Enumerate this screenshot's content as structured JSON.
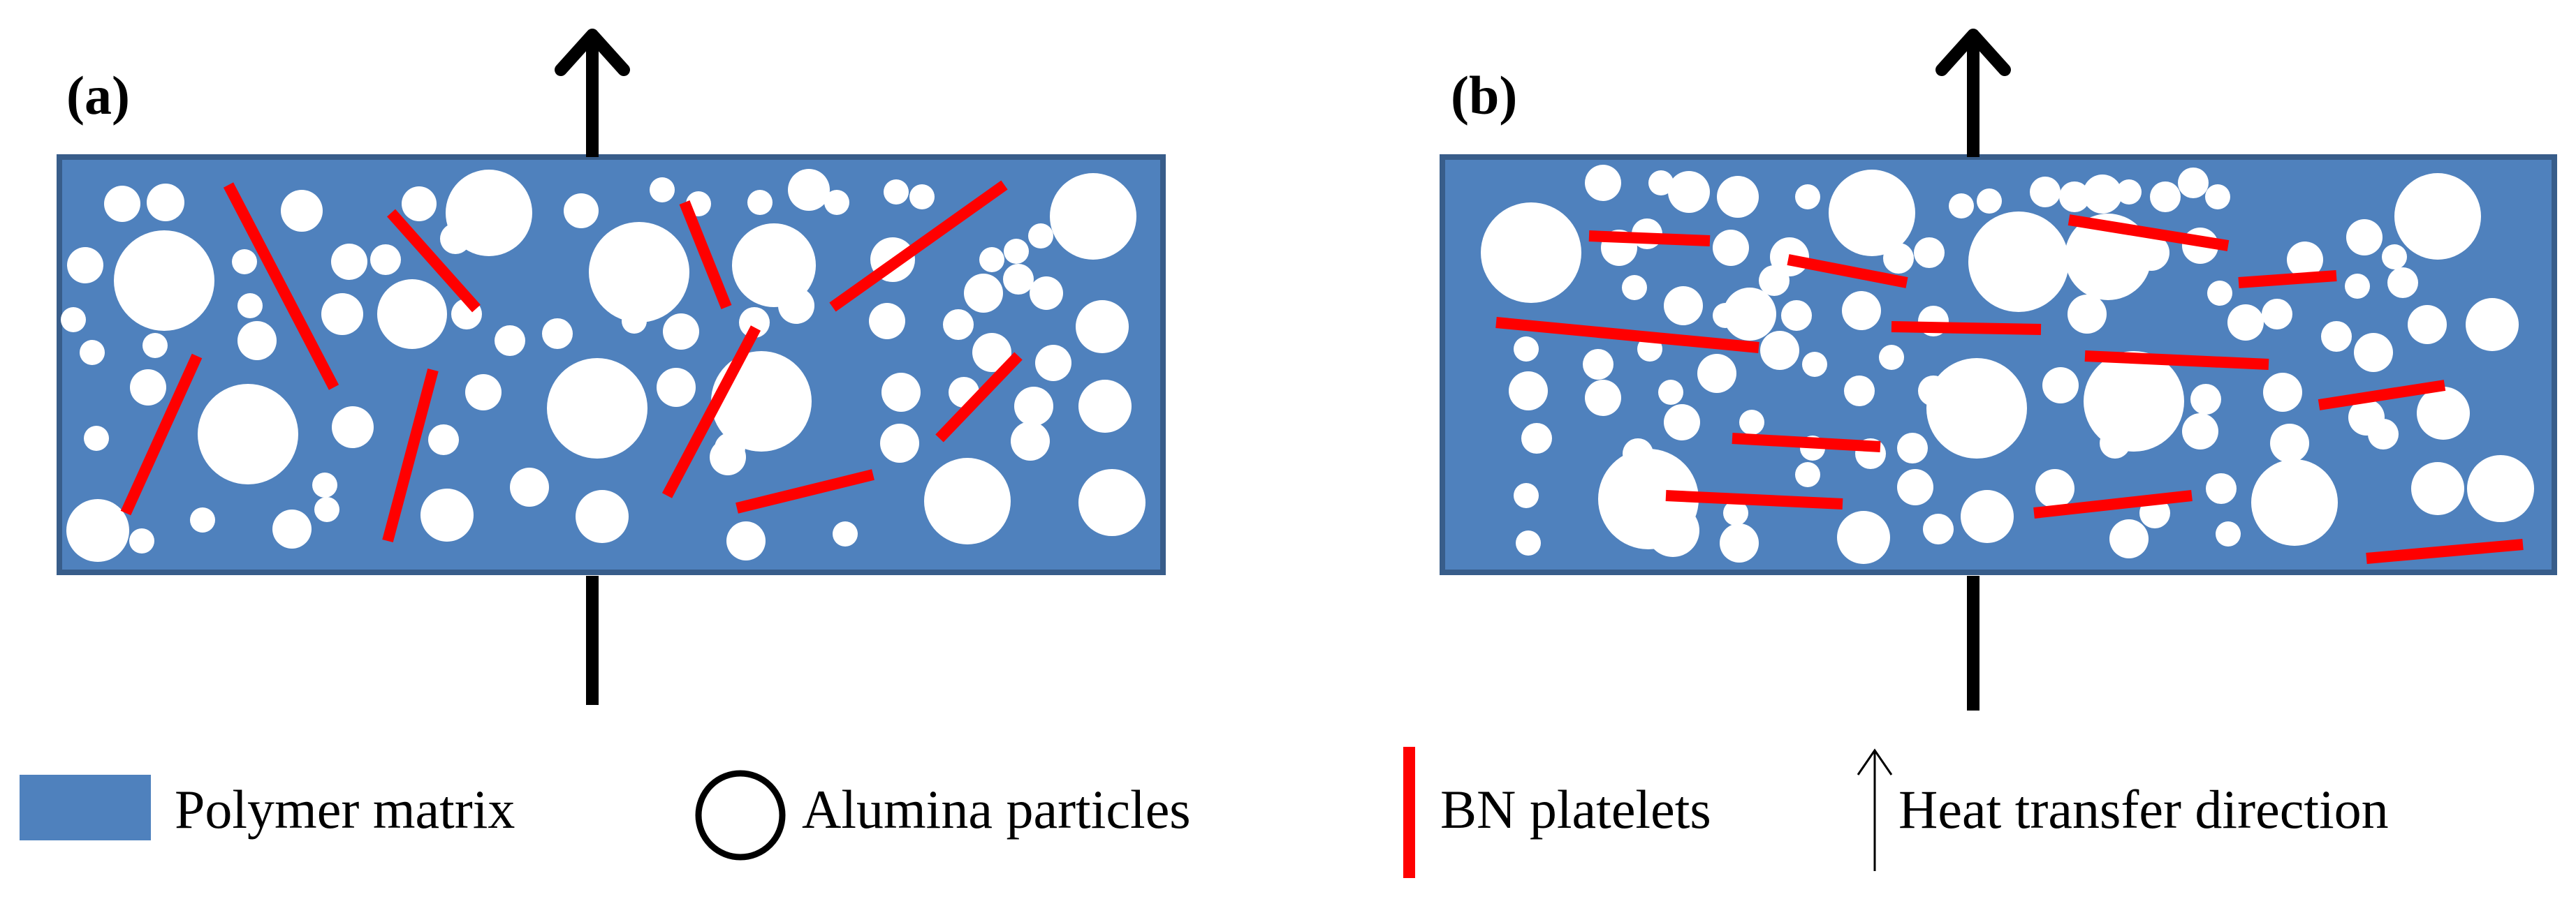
{
  "panels": [
    {
      "label": "(a)",
      "arrangement": "random"
    },
    {
      "label": "(b)",
      "arrangement": "aligned"
    }
  ],
  "legend": {
    "polymer_matrix": "Polymer matrix",
    "alumina_particles": "Alumina particles",
    "bn_platelets": "BN platelets",
    "heat_transfer_direction": "Heat transfer direction"
  },
  "colors": {
    "matrix_fill": "#4f81bd",
    "matrix_border": "#385d8a",
    "platelet": "#ff0000",
    "particle": "#ffffff",
    "arrow": "#000000"
  },
  "icons": [
    "upward-arrow-icon",
    "circle-icon",
    "red-bar-icon",
    "thin-up-arrow-icon"
  ]
}
